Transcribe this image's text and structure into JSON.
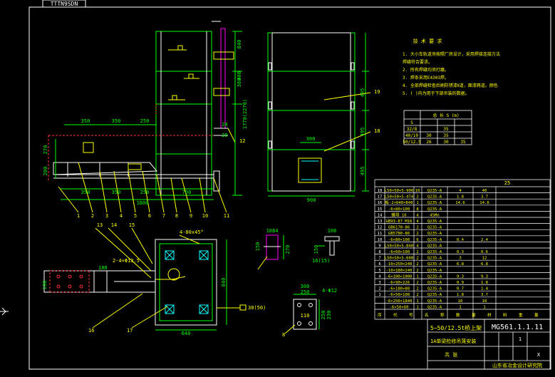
{
  "title_tab": "TTTN9SDN",
  "colors": {
    "background": "#000000",
    "frame": "#ffffff",
    "structure": "#ffffff",
    "dimension": "#00ff00",
    "annotation": "#ffff00",
    "hidden": "#ff3333",
    "accent": "#ff00ff",
    "hatch": "#00ffff",
    "table_line": "#ffffff",
    "table_text": "#ffff00"
  },
  "front_view": {
    "height_dims": [
      "840",
      "380",
      "400",
      "1770(2270)"
    ],
    "inner_dims": [
      "20",
      "20"
    ],
    "leader_labels": [
      "12"
    ]
  },
  "side_view": {
    "dims": [
      "495",
      "495",
      "495",
      "300",
      "900"
    ],
    "leader_labels": [
      "19",
      "18"
    ]
  },
  "lower_left_view": {
    "top_dims": [
      "350",
      "350",
      "250"
    ],
    "bottom_dims": [
      "350",
      "350",
      "250",
      "700",
      "1800"
    ],
    "vert_dims": [
      "270",
      "200"
    ],
    "part_numbers": [
      "1",
      "2",
      "3",
      "4",
      "5",
      "6",
      "7",
      "8",
      "9",
      "10",
      "11"
    ]
  },
  "plan_view": {
    "top_labels": [
      "13",
      "14",
      "15"
    ],
    "corner_note": "4-80x45°",
    "hole_note": "2-4×Φ13.5",
    "dims": [
      "180",
      "190",
      "840",
      "640",
      "30(50)"
    ],
    "bottom_labels": [
      "16",
      "17"
    ]
  },
  "details": {
    "a": [
      "1084",
      "150",
      "270"
    ],
    "b": [
      "100",
      "150",
      "16(15)"
    ],
    "c": [
      "300",
      "250",
      "4-Φ12",
      "110",
      "250",
      "230",
      "8"
    ]
  },
  "notes": {
    "heading": "技 术 要 求",
    "lines": [
      "1. 大小车轨道须按照厂房设计，采用焊接连接方法",
      "   焊缝符合要求。",
      "2. 所有焊缝均须打磨。",
      "3. 焊条采用E4303焊。",
      "4. 全部焊缝检查后刷防锈漆Ⅱ道，面漆两道。颜色",
      "5. ( )内为用于下部吊装的数据。"
    ]
  },
  "small_table": {
    "header": [
      "",
      "总 长  S (m)"
    ],
    "rows": [
      [
        "",
        "S",
        ""
      ],
      [
        "32/8",
        "35",
        ""
      ],
      [
        "40/10",
        "30",
        "35"
      ],
      [
        "50/12.5",
        "26",
        "30",
        "35"
      ]
    ]
  },
  "bom": {
    "header_right": "25",
    "rows": [
      [
        "18",
        "L50×50×5-900",
        "10",
        "Q235-A",
        "4",
        "40"
      ],
      [
        "17",
        "L50×50×5-474",
        "2",
        "Q235-A",
        "1.8",
        "3.7"
      ],
      [
        "16",
        "板-2×640×840",
        "1",
        "Q235-A",
        "14.6",
        "14.6"
      ],
      [
        "15",
        "-6×80×100",
        "8",
        "Q235-A",
        "",
        ""
      ],
      [
        "14",
        "螺母 16",
        "4",
        "45Mn",
        "",
        ""
      ],
      [
        "13",
        "GB93-87 M16",
        "4",
        "Q235-A",
        "",
        ""
      ],
      [
        "12",
        "GB6170-86",
        "2",
        "Q235-A",
        "",
        ""
      ],
      [
        "11",
        "GB5780-86",
        "2",
        "Q235-A",
        "",
        ""
      ],
      [
        "10",
        "-6×80×100",
        "6",
        "Q235-A",
        "0.4",
        "2.4"
      ],
      [
        "9",
        "L50×50×5-840",
        "4",
        "Q235-A",
        "",
        ""
      ],
      [
        "8",
        "-6×60×100",
        "2",
        "Q235-A",
        "0.3",
        "0.6"
      ],
      [
        "7",
        "L50×50×5-600",
        "2",
        "Q235-A",
        "3",
        "12"
      ],
      [
        "6",
        "-10×250×240",
        "2",
        "Q235-A",
        "6.8",
        "6.8"
      ],
      [
        "5",
        "-10×180×240",
        "2",
        "Q235-A",
        "",
        ""
      ],
      [
        "4",
        "-6×100×1000",
        "1",
        "Q235-A",
        "9.3",
        "9.3"
      ],
      [
        "3",
        "-6×90×226",
        "2",
        "Q235-A",
        "0.9",
        "1.8"
      ],
      [
        "2",
        "-6×180×80",
        "2",
        "Q235-A",
        "0.7",
        "1.4"
      ],
      [
        "1",
        "-6×50×100",
        "2",
        "Q235-A",
        "1.8",
        "3.7"
      ],
      [
        "",
        "-6×250×1840",
        "1",
        "Q235-A",
        "10",
        "10"
      ],
      [
        "",
        "-6×50×60",
        "1",
        "Q235-A",
        "1",
        "1"
      ]
    ],
    "columns": [
      "序",
      "代",
      "号",
      "名",
      "称",
      "数",
      "量",
      "材",
      "料",
      "重",
      "量"
    ]
  },
  "title_block": {
    "product": "5~50/12.5t桥上架",
    "name": "1A单梁检修吊笼安装",
    "drawing_no": "MG561.1.1.11",
    "company": "山东省冶金设计研究院",
    "sheet_label": "共 张",
    "scale_labels": [
      "1",
      "X"
    ]
  }
}
